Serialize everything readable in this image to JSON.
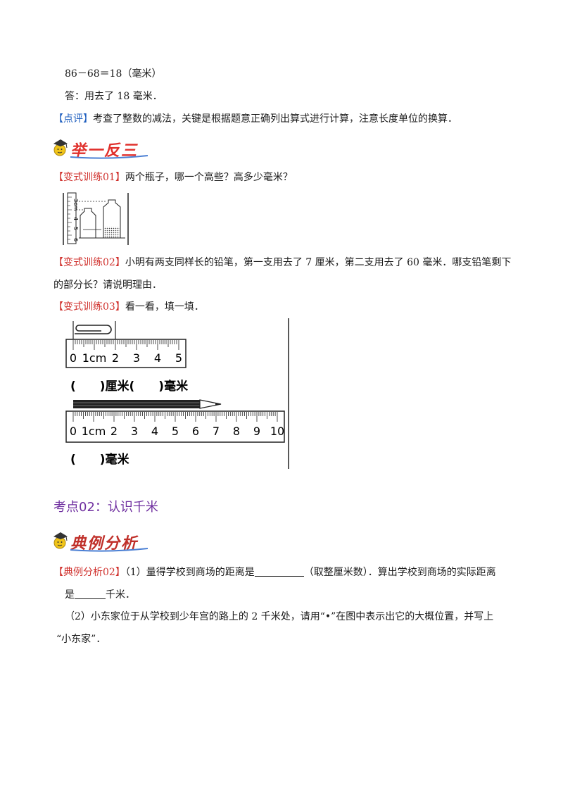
{
  "lines": {
    "calc": "86－68＝18（毫米）",
    "answer": "答：用去了 18 毫米．",
    "comment_tag": "【点评】",
    "comment_text": "考查了整数的减法，关键是根据题意正确列出算式进行计算，注意长度单位的换算．"
  },
  "banner1": {
    "label": "举一反三"
  },
  "ex1": {
    "tag": "【变式训练01】",
    "text": "两个瓶子，哪一个高些？高多少毫米？"
  },
  "ex2": {
    "tag": "【变式训练02】",
    "text1": "小明有两支同样长的铅笔，第一支用去了 7 厘米，第二支用去了 60 毫米．哪支铅笔剩下",
    "text2": "的部分长？请说明理由．"
  },
  "ex3": {
    "tag": "【变式训练03】",
    "text": "看一看，填一填．"
  },
  "fig_bottles": {
    "ticks": [
      "3cm",
      "4",
      "5",
      "6"
    ]
  },
  "fig_rulers": {
    "ruler1_labels": [
      "0",
      "1cm",
      "2",
      "3",
      "4",
      "5"
    ],
    "ruler2_labels": [
      "0",
      "1cm",
      "2",
      "3",
      "4",
      "5",
      "6",
      "7",
      "8",
      "9",
      "10"
    ],
    "blank1": "(　　)厘米(　　)毫米",
    "blank2": "(　　)毫米"
  },
  "section": {
    "title": "考点02：认识千米"
  },
  "banner2": {
    "label": "典例分析"
  },
  "ex4": {
    "tag": "【典例分析02】",
    "p1a": "（1）量得学校到商场的距离是",
    "p1b": "（取整厘米数）．算出学校到商场的实际距离",
    "p1c": "是",
    "p1d": "千米．",
    "p2a": "（2）小东家位于从学校到少年宫的路上的 2 千米处，请用“•”在图中表示出它的大概位置，并写上",
    "p2b": "“小东家”．"
  }
}
